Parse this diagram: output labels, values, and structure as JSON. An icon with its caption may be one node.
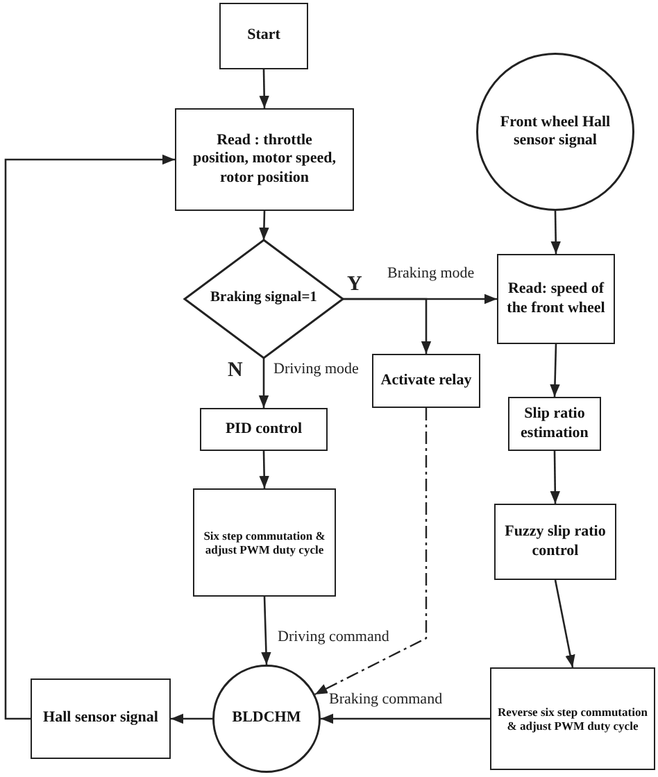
{
  "diagram": {
    "nodes": [
      {
        "text": [
          "Start"
        ]
      },
      {
        "text": [
          "Read : throttle position, motor speed, rotor position"
        ]
      },
      {
        "text": [
          "Braking signal=1"
        ]
      },
      {
        "text": [
          "Front wheel Hall sensor signal"
        ]
      },
      {
        "text": [
          "Read: speed of the front wheel"
        ]
      },
      {
        "text": [
          "Activate relay"
        ]
      },
      {
        "text": [
          "PID control"
        ]
      },
      {
        "text": [
          "Six step commutation & adjust PWM duty cycle"
        ]
      },
      {
        "text": [
          "Slip ratio estimation"
        ]
      },
      {
        "text": [
          "Fuzzy slip ratio control"
        ]
      },
      {
        "text": [
          "Hall sensor signal"
        ]
      },
      {
        "text": [
          "BLDCHM"
        ]
      },
      {
        "text": [
          "Reverse six step commutation & adjust PWM duty cycle"
        ]
      }
    ],
    "edges": [
      {
        "from": 0,
        "to": 1,
        "arrow": "to"
      },
      {
        "from": 1,
        "to": 2,
        "arrow": "to"
      },
      {
        "from": 2,
        "to": 4,
        "arrow": "to",
        "label": "Braking mode"
      },
      {
        "from": 2,
        "to": 5,
        "arrow": "to"
      },
      {
        "from": 2,
        "to": 6,
        "arrow": "to",
        "label": "Driving mode"
      },
      {
        "from": 3,
        "to": 4,
        "arrow": "to"
      },
      {
        "from": 4,
        "to": 8,
        "arrow": "to"
      },
      {
        "from": 8,
        "to": 9,
        "arrow": "to"
      },
      {
        "from": 9,
        "to": 12,
        "arrow": "to"
      },
      {
        "from": 6,
        "to": 7,
        "arrow": "to"
      },
      {
        "from": 7,
        "to": 11,
        "arrow": "to",
        "label": "Driving command"
      },
      {
        "from": 5,
        "to": 11,
        "arrow": "to",
        "style": "dashed"
      },
      {
        "from": 12,
        "to": 11,
        "arrow": "to",
        "label": "Braking command"
      },
      {
        "from": 11,
        "to": 10,
        "arrow": "to"
      },
      {
        "from": 10,
        "to": 1,
        "arrow": "to"
      }
    ],
    "labels": [
      "Y",
      "N"
    ]
  }
}
